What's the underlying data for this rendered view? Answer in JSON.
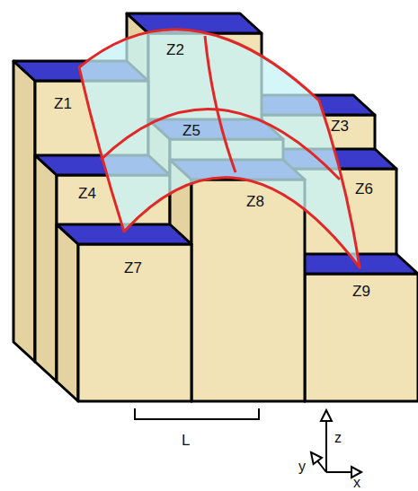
{
  "diagram": {
    "labels": [
      "Z1",
      "Z2",
      "Z3",
      "Z4",
      "Z5",
      "Z6",
      "Z7",
      "Z8",
      "Z9",
      "L",
      "z",
      "y",
      "x"
    ]
  }
}
